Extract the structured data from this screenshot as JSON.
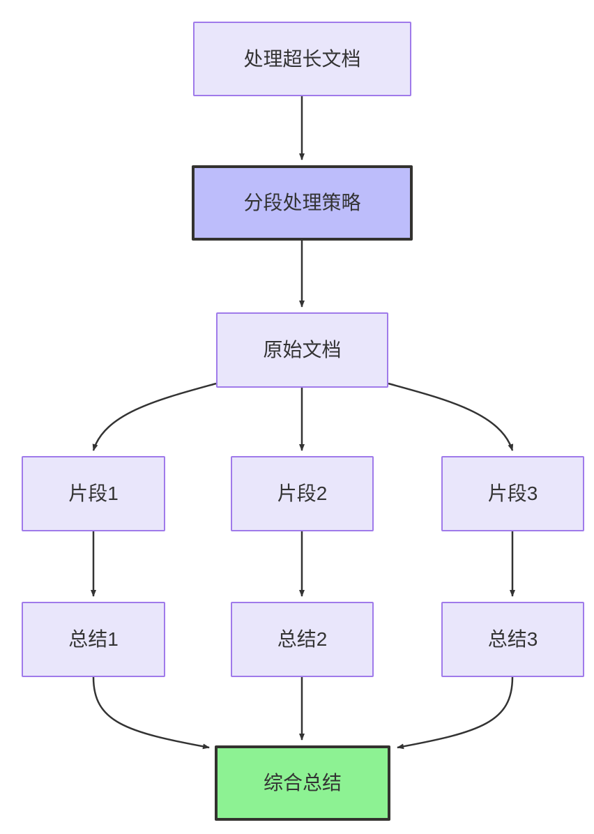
{
  "diagram": {
    "type": "flowchart",
    "direction": "top-down",
    "background_color": "#ffffff",
    "nodes": [
      {
        "id": "doc",
        "label": "处理超长文档",
        "style": "normal",
        "fill": "#e9e6fb",
        "stroke": "#9f7aea"
      },
      {
        "id": "strategy",
        "label": "分段处理策略",
        "style": "strategy",
        "fill": "#bdbdfb",
        "stroke": "#33322f"
      },
      {
        "id": "source",
        "label": "原始文档",
        "style": "normal",
        "fill": "#e9e6fb",
        "stroke": "#9f7aea"
      },
      {
        "id": "frag1",
        "label": "片段1",
        "style": "normal",
        "fill": "#e9e6fb",
        "stroke": "#9f7aea"
      },
      {
        "id": "frag2",
        "label": "片段2",
        "style": "normal",
        "fill": "#e9e6fb",
        "stroke": "#9f7aea"
      },
      {
        "id": "frag3",
        "label": "片段3",
        "style": "normal",
        "fill": "#e9e6fb",
        "stroke": "#9f7aea"
      },
      {
        "id": "sum1",
        "label": "总结1",
        "style": "normal",
        "fill": "#e9e6fb",
        "stroke": "#9f7aea"
      },
      {
        "id": "sum2",
        "label": "总结2",
        "style": "normal",
        "fill": "#e9e6fb",
        "stroke": "#9f7aea"
      },
      {
        "id": "sum3",
        "label": "总结3",
        "style": "normal",
        "fill": "#e9e6fb",
        "stroke": "#9f7aea"
      },
      {
        "id": "final",
        "label": "综合总结",
        "style": "result",
        "fill": "#8df293",
        "stroke": "#33322f"
      }
    ],
    "edges": [
      {
        "from": "doc",
        "to": "strategy",
        "shape": "straight"
      },
      {
        "from": "strategy",
        "to": "source",
        "shape": "straight"
      },
      {
        "from": "source",
        "to": "frag1",
        "shape": "curve"
      },
      {
        "from": "source",
        "to": "frag2",
        "shape": "straight"
      },
      {
        "from": "source",
        "to": "frag3",
        "shape": "curve"
      },
      {
        "from": "frag1",
        "to": "sum1",
        "shape": "straight"
      },
      {
        "from": "frag2",
        "to": "sum2",
        "shape": "straight"
      },
      {
        "from": "frag3",
        "to": "sum3",
        "shape": "straight"
      },
      {
        "from": "sum1",
        "to": "final",
        "shape": "curve"
      },
      {
        "from": "sum2",
        "to": "final",
        "shape": "straight"
      },
      {
        "from": "sum3",
        "to": "final",
        "shape": "curve"
      }
    ],
    "edge_color": "#333333"
  }
}
